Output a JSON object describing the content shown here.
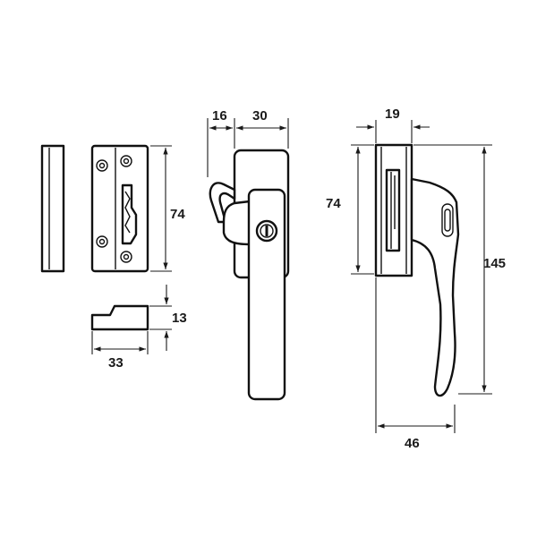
{
  "dimensions": {
    "keep_height": "74",
    "keep_block_height": "13",
    "keep_block_width": "33",
    "handle_offset": "16",
    "handle_width": "30",
    "side_depth": "19",
    "side_height": "74",
    "side_total_height": "145",
    "side_projection": "46"
  },
  "colors": {
    "line": "#111111",
    "background": "#ffffff"
  }
}
